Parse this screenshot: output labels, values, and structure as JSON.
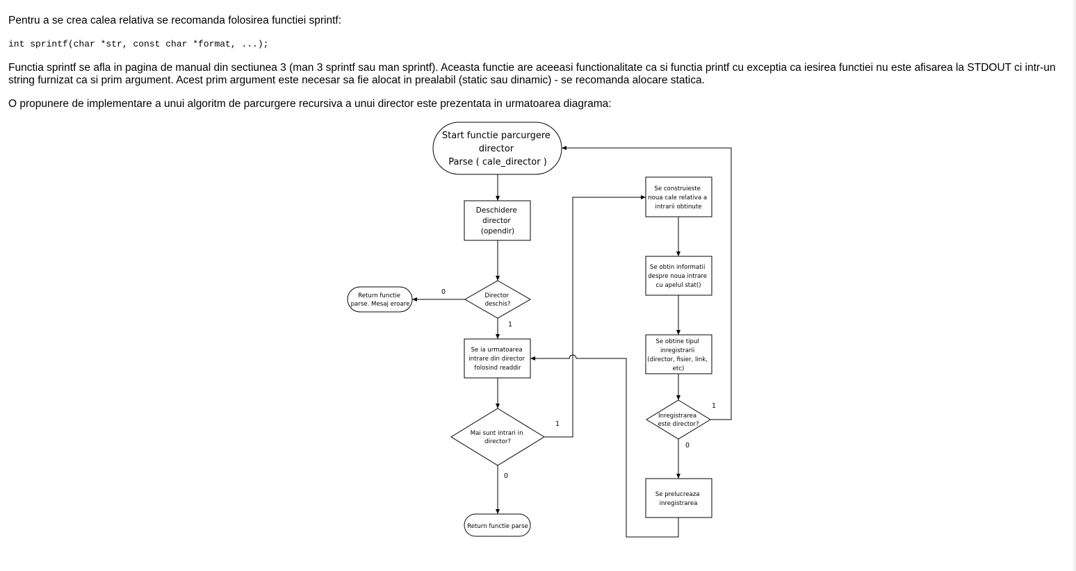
{
  "text": {
    "p1": "Pentru a se crea calea relativa se recomanda folosirea functiei sprintf:",
    "code": "int sprintf(char *str, const char *format, ...);",
    "p2": "Functia sprintf se afla in pagina de manual din sectiunea 3 (man 3 sprintf sau man sprintf). Aceasta functie are aceeasi functionalitate ca si functia printf cu exceptia ca iesirea functiei nu este afisarea la STDOUT ci intr-un string furnizat ca si prim argument. Acest prim argument este necesar sa fie alocat in prealabil (static sau dinamic) - se recomanda alocare statica.",
    "p3": "O propunere de implementare a unui algoritm de parcurgere recursiva a unui director este prezentata in urmatoarea diagrama:"
  },
  "diagram": {
    "start": [
      "Start functie parcurgere",
      "director",
      "Parse ( cale_director )"
    ],
    "open_dir": [
      "Deschidere",
      "director",
      "(opendir)"
    ],
    "dir_opened": [
      "Director",
      "deschis?"
    ],
    "return_error": [
      "Return functie",
      "parse. Mesaj eroare"
    ],
    "next_entry": [
      "Se ia urmatoarea",
      "intrare din director",
      "folosind readdir"
    ],
    "more_entries": [
      "Mai sunt intrari in",
      "director?"
    ],
    "return_parse": [
      "Return functie parse"
    ],
    "build_path": [
      "Se construieste",
      "noua cale relativa a",
      "intrarii obtinute"
    ],
    "get_info": [
      "Se obtin informatii",
      "despre noua intrare",
      "cu apelul stat()"
    ],
    "get_type": [
      "Se obtine tipul",
      "inregistrarii",
      "(director, fisier, link,",
      "etc)"
    ],
    "is_dir": [
      "Inregistrarea",
      "este director?"
    ],
    "process": [
      "Se prelucreaza",
      "inregistrarea"
    ],
    "labels": {
      "open_no": "0",
      "open_yes": "1",
      "more_yes": "1",
      "more_no": "0",
      "isdir_yes": "1",
      "isdir_no": "0"
    }
  }
}
